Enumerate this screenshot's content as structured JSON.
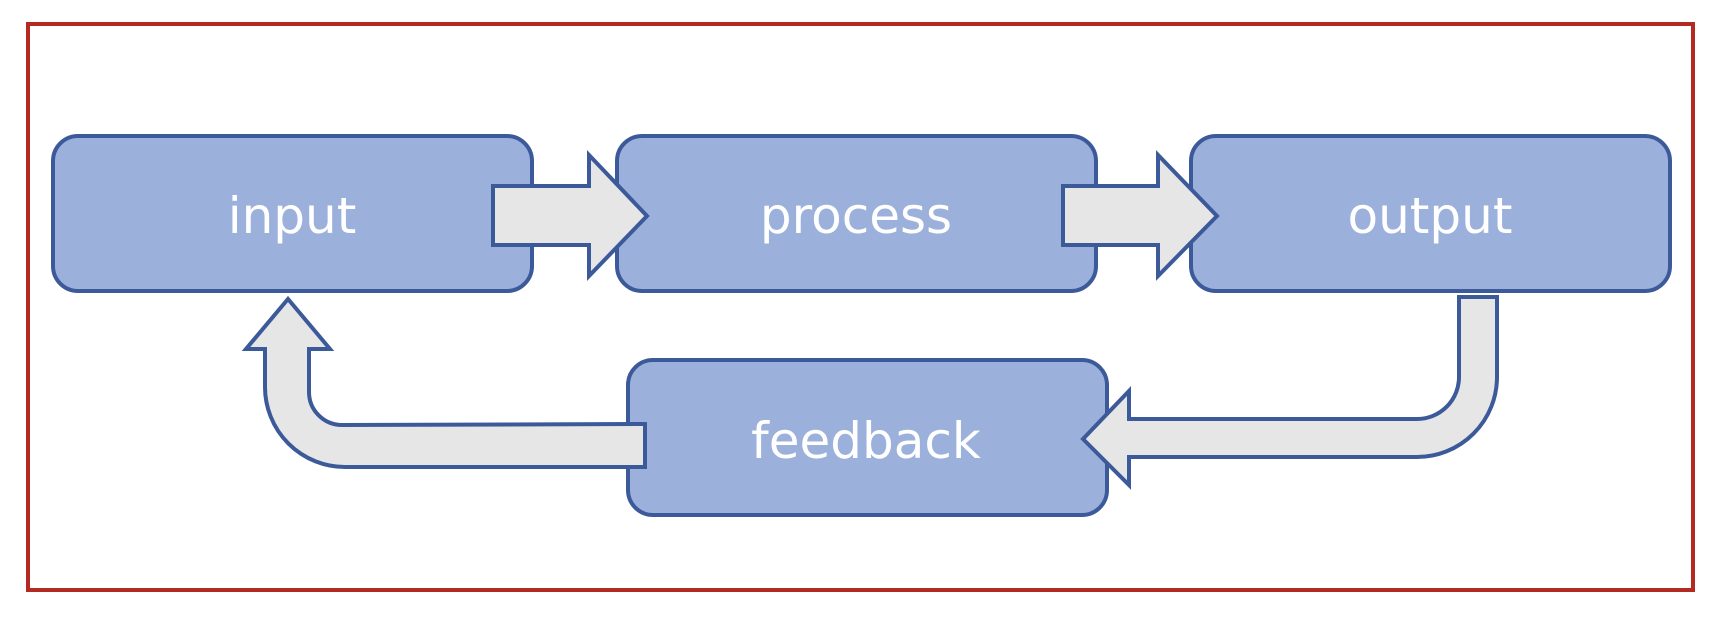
{
  "diagram": {
    "type": "flow-loop",
    "colors": {
      "frame": "#b22a22",
      "box_fill": "#9cb0dc",
      "box_stroke": "#3c5a9a",
      "arrow_fill": "#e6e6e6",
      "arrow_stroke": "#3c5a9a",
      "label": "#ffffff"
    },
    "nodes": [
      {
        "id": "input",
        "label": "input"
      },
      {
        "id": "process",
        "label": "process"
      },
      {
        "id": "output",
        "label": "output"
      },
      {
        "id": "feedback",
        "label": "feedback"
      }
    ],
    "edges": [
      {
        "from": "input",
        "to": "process"
      },
      {
        "from": "process",
        "to": "output"
      },
      {
        "from": "output",
        "to": "feedback"
      },
      {
        "from": "feedback",
        "to": "input"
      }
    ]
  }
}
